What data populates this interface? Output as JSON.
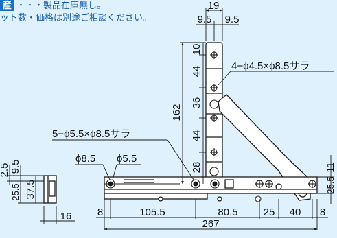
{
  "notes": {
    "tag": "産",
    "line1": "・・・製品在庫無し。",
    "line2": "ット数・価格は別途ご相談ください。"
  },
  "dimensions": {
    "top_width": "19",
    "top_left": "9.5",
    "top_right": "9.5",
    "v_10": "10",
    "v_44a": "44",
    "v_36": "36",
    "v_44b": "44",
    "v_28": "28",
    "v_162": "162",
    "right_11": "11",
    "right_25_5": "25.5",
    "side_2_5": "2.5",
    "side_9_5": "9.5",
    "side_25_5": "25.5",
    "side_37_5": "37.5",
    "side_16": "16",
    "b_8_left": "8",
    "b_105_5": "105.5",
    "b_80_5": "80.5",
    "b_25": "25",
    "b_40": "40",
    "b_8_right": "8",
    "b_267": "267"
  },
  "callouts": {
    "holes_upper": "4−ϕ4.5×ϕ8.5サラ",
    "holes_lower": "5−ϕ5.5×ϕ8.5サラ",
    "dia_8_5": "ϕ8.5",
    "dia_5_5": "ϕ5.5"
  },
  "colors": {
    "background": "#dff1fc",
    "tag": "#1a6fc4",
    "line": "#1a1a1a",
    "part_fill": "#ffffff"
  }
}
